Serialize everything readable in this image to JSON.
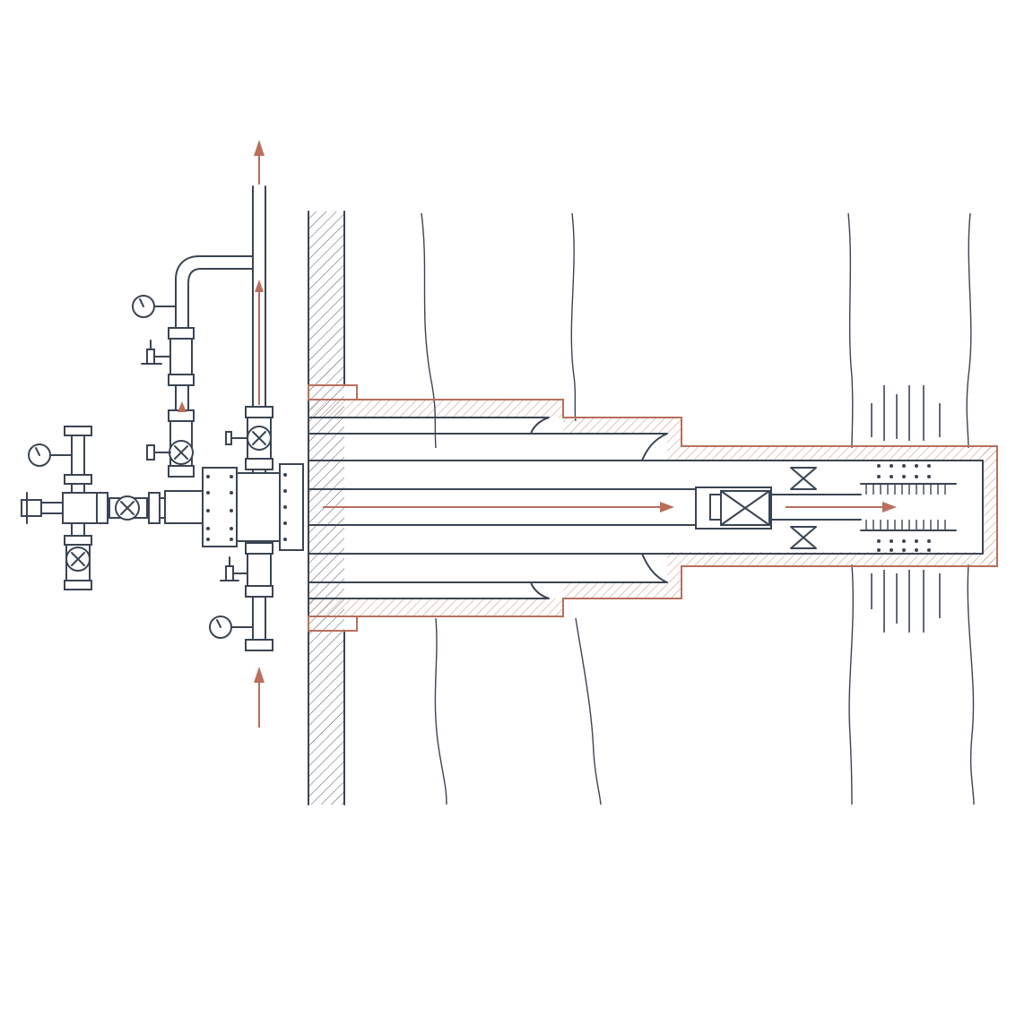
{
  "colors": {
    "line": "#3a4553",
    "casing_accent": "#b86f5c",
    "flow_arrow": "#b86f5c",
    "background": "#ffffff"
  },
  "components": [
    "wellhead-christmas-tree",
    "pressure-gauges",
    "gate-valves",
    "tubing-hanger-flange",
    "conductor-casing",
    "surface-casing",
    "production-casing",
    "tubing-string",
    "packer",
    "perforations"
  ],
  "flow_directions": {
    "tubing_flow": "right",
    "outlet_flow": "up",
    "annulus_inlet_flow": "up"
  }
}
